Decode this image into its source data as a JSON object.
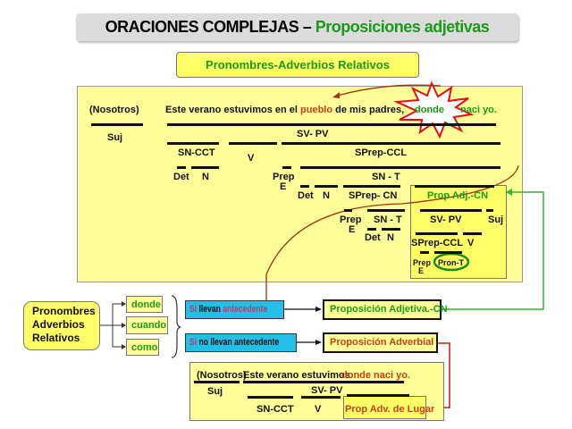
{
  "title": {
    "black": "ORACIONES COMPLEJAS –",
    "green": "Proposiciones adjetivas"
  },
  "subtitle": "Pronombres-Adverbios  Relativos",
  "main": {
    "subject": "(Nosotros)",
    "sentence_a": "Este verano estuvimos en el",
    "sentence_pueblo": "pueblo",
    "sentence_b": "de mis padres,",
    "star_word": "donde",
    "sentence_end": "naci yo.",
    "labels": {
      "suj": "Suj",
      "svpv": "SV- PV",
      "sncct": "SN-CCT",
      "v": "V",
      "sprepccl": "SPrep-CCL",
      "det1": "Det",
      "n1": "N",
      "prep1": "Prep",
      "e1": "E",
      "snt1": "SN - T",
      "det2": "Det",
      "n2": "N",
      "sprepcn": "SPrep- CN",
      "prep2": "Prep",
      "e2": "E",
      "snt2": "SN - T",
      "det3": "Det",
      "n3": "N"
    },
    "prop": {
      "title": "Prop Adj.-CN",
      "svpv": "SV- PV",
      "suj": "Suj",
      "sprepccl": "SPrep-CCL",
      "v": "V",
      "prep": "Prep",
      "e": "E",
      "pron": "Pron-T"
    }
  },
  "classifier": {
    "box": [
      "Pronombres",
      "Adverbios",
      "Relativos"
    ],
    "words": [
      "donde",
      "cuando",
      "como"
    ],
    "cond1": {
      "si": "Si",
      "llevan": "llevan",
      "ant": "antecedente"
    },
    "cond2": {
      "si": "Si",
      "rest": "no llevan antecedente"
    },
    "result1": "Proposición  Adjetiva.-CN",
    "result2": "Proposición Adverbial"
  },
  "example2": {
    "subject": "(Nosotros)",
    "sentence": "Este verano estuvimos",
    "red": "donde naci yo.",
    "suj": "Suj",
    "svpv": "SV- PV",
    "sncct": "SN-CCT",
    "v": "V",
    "prop": "Prop Adv. de Lugar"
  },
  "colors": {
    "green": "#1a9a1a",
    "blue": "#22bfe6",
    "yellow": "#ffff99",
    "red": "#c8401a"
  }
}
